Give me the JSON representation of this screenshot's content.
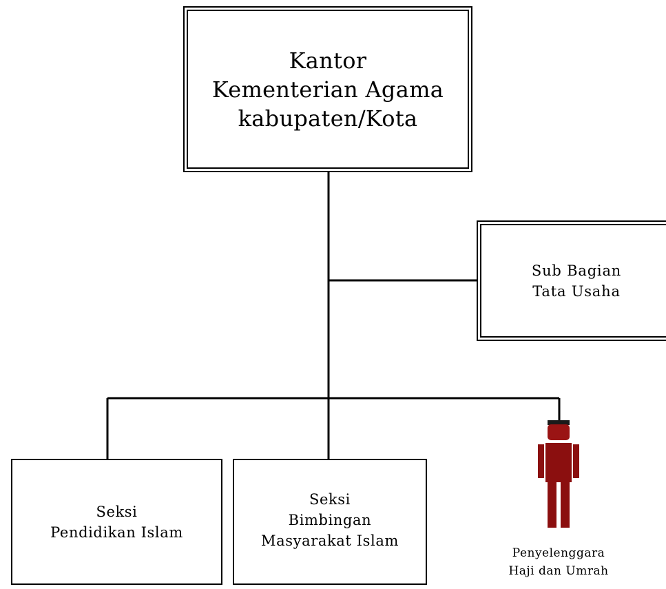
{
  "org_chart": {
    "head": {
      "label": "Kantor\nKementerian Agama\nkabupaten/Kota"
    },
    "staff_unit": {
      "label": "Sub Bagian\nTata Usaha"
    },
    "sections": [
      {
        "label": "Seksi\nPendidikan Islam"
      },
      {
        "label": "Seksi\nBimbingan\nMasyarakat Islam"
      },
      {
        "label": "Penyelenggara\nHaji dan Umrah",
        "icon": "person-icon"
      }
    ]
  },
  "colors": {
    "line": "#000000",
    "person_body": "#8b0f0f",
    "person_head": "#9a1414",
    "person_cap": "#1a1a1a"
  }
}
